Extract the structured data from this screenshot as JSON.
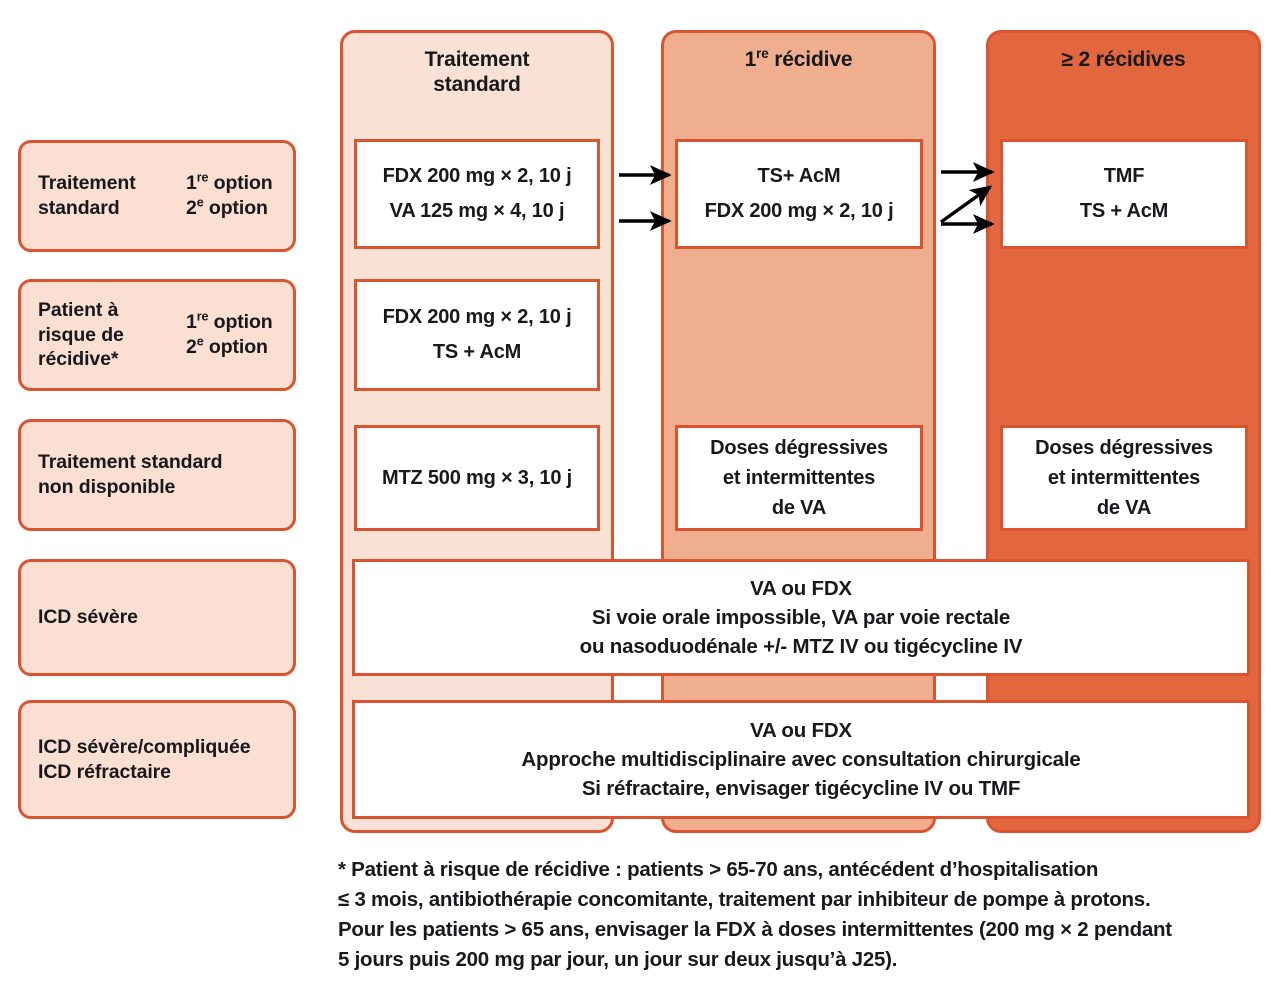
{
  "colors": {
    "border": "#DB5430",
    "col1_fill": "#FAE1D5",
    "col2_fill": "#EFAE8E",
    "col3_fill": "#E2663E",
    "category_fill": "#FADFD2",
    "card_fill": "#FFFFFF",
    "text": "#17191C"
  },
  "columns": [
    {
      "id": "traitement-standard",
      "header_line1": "Traitement",
      "header_line2": "standard"
    },
    {
      "id": "premiere-recidive",
      "header_line1": "1re récidive",
      "header_line2": ""
    },
    {
      "id": "deux-recidives",
      "header_line1": "≥ 2 récidives",
      "header_line2": ""
    }
  ],
  "categories": [
    {
      "id": "traitement-standard",
      "label_line1": "Traitement",
      "label_line2": "standard",
      "option1": "1re option",
      "option2": "2e option"
    },
    {
      "id": "patient-a-risque",
      "label_line1": "Patient à",
      "label_line2": "risque de",
      "label_line3": "récidive*",
      "option1": "1re option",
      "option2": "2e option"
    },
    {
      "id": "traitement-non-disponible",
      "label_line1": "Traitement standard",
      "label_line2": "non disponible",
      "option1": "",
      "option2": ""
    },
    {
      "id": "icd-severe",
      "label_line1": "ICD sévère",
      "label_line2": "",
      "option1": "",
      "option2": ""
    },
    {
      "id": "icd-severe-compliquee",
      "label_line1": "ICD sévère/compliquée",
      "label_line2": "ICD réfractaire",
      "option1": "",
      "option2": ""
    }
  ],
  "cards": {
    "r1c1": {
      "line1": "FDX 200 mg × 2, 10 j",
      "line2": "VA 125 mg × 4, 10 j"
    },
    "r1c2": {
      "line1": "TS+ AcM",
      "line2": "FDX 200 mg × 2, 10 j"
    },
    "r1c3": {
      "line1": "TMF",
      "line2": "TS + AcM"
    },
    "r2c1": {
      "line1": "FDX 200 mg × 2, 10 j",
      "line2": "TS + AcM"
    },
    "r3c1": {
      "line1": "MTZ 500 mg × 3, 10 j"
    },
    "r3c2": {
      "line1": "Doses dégressives",
      "line2": "et intermittentes",
      "line3": "de VA"
    },
    "r3c3": {
      "line1": "Doses dégressives",
      "line2": "et intermittentes",
      "line3": "de VA"
    }
  },
  "banners": {
    "severe": {
      "line1": "VA ou FDX",
      "line2": "Si voie orale impossible, VA par voie rectale",
      "line3": "ou nasoduodénale +/- MTZ IV ou tigécycline IV"
    },
    "refractaire": {
      "line1": "VA ou FDX",
      "line2": "Approche multidisciplinaire avec consultation chirurgicale",
      "line3": "Si réfractaire, envisager tigécycline IV ou TMF"
    }
  },
  "footnote": {
    "text": "* Patient à risque de récidive : patients > 65-70 ans, antécédent d’hospitalisation\n≤ 3 mois, antibiothérapie concomitante, traitement par inhibiteur de pompe à protons.\nPour les patients > 65 ans, envisager la FDX à doses intermittentes (200 mg × 2 pendant\n5 jours puis 200 mg par jour, un jour sur deux jusqu’à J25)."
  },
  "arrows": [
    {
      "id": "arrow-std-to-recidive-1",
      "from": "r1c1-line1",
      "to": "r1c2",
      "style": "horizontal"
    },
    {
      "id": "arrow-std-to-recidive-2",
      "from": "r1c1-line2",
      "to": "r1c2",
      "style": "horizontal"
    },
    {
      "id": "arrow-recidive-to-multi-1",
      "from": "r1c2-line1",
      "to": "r1c3",
      "style": "horizontal"
    },
    {
      "id": "arrow-recidive-to-multi-diagonal",
      "from": "r1c2-line2",
      "to": "r1c3",
      "style": "diagonal-up"
    },
    {
      "id": "arrow-recidive-to-multi-2",
      "from": "r1c2-line2",
      "to": "r1c3",
      "style": "horizontal"
    }
  ]
}
